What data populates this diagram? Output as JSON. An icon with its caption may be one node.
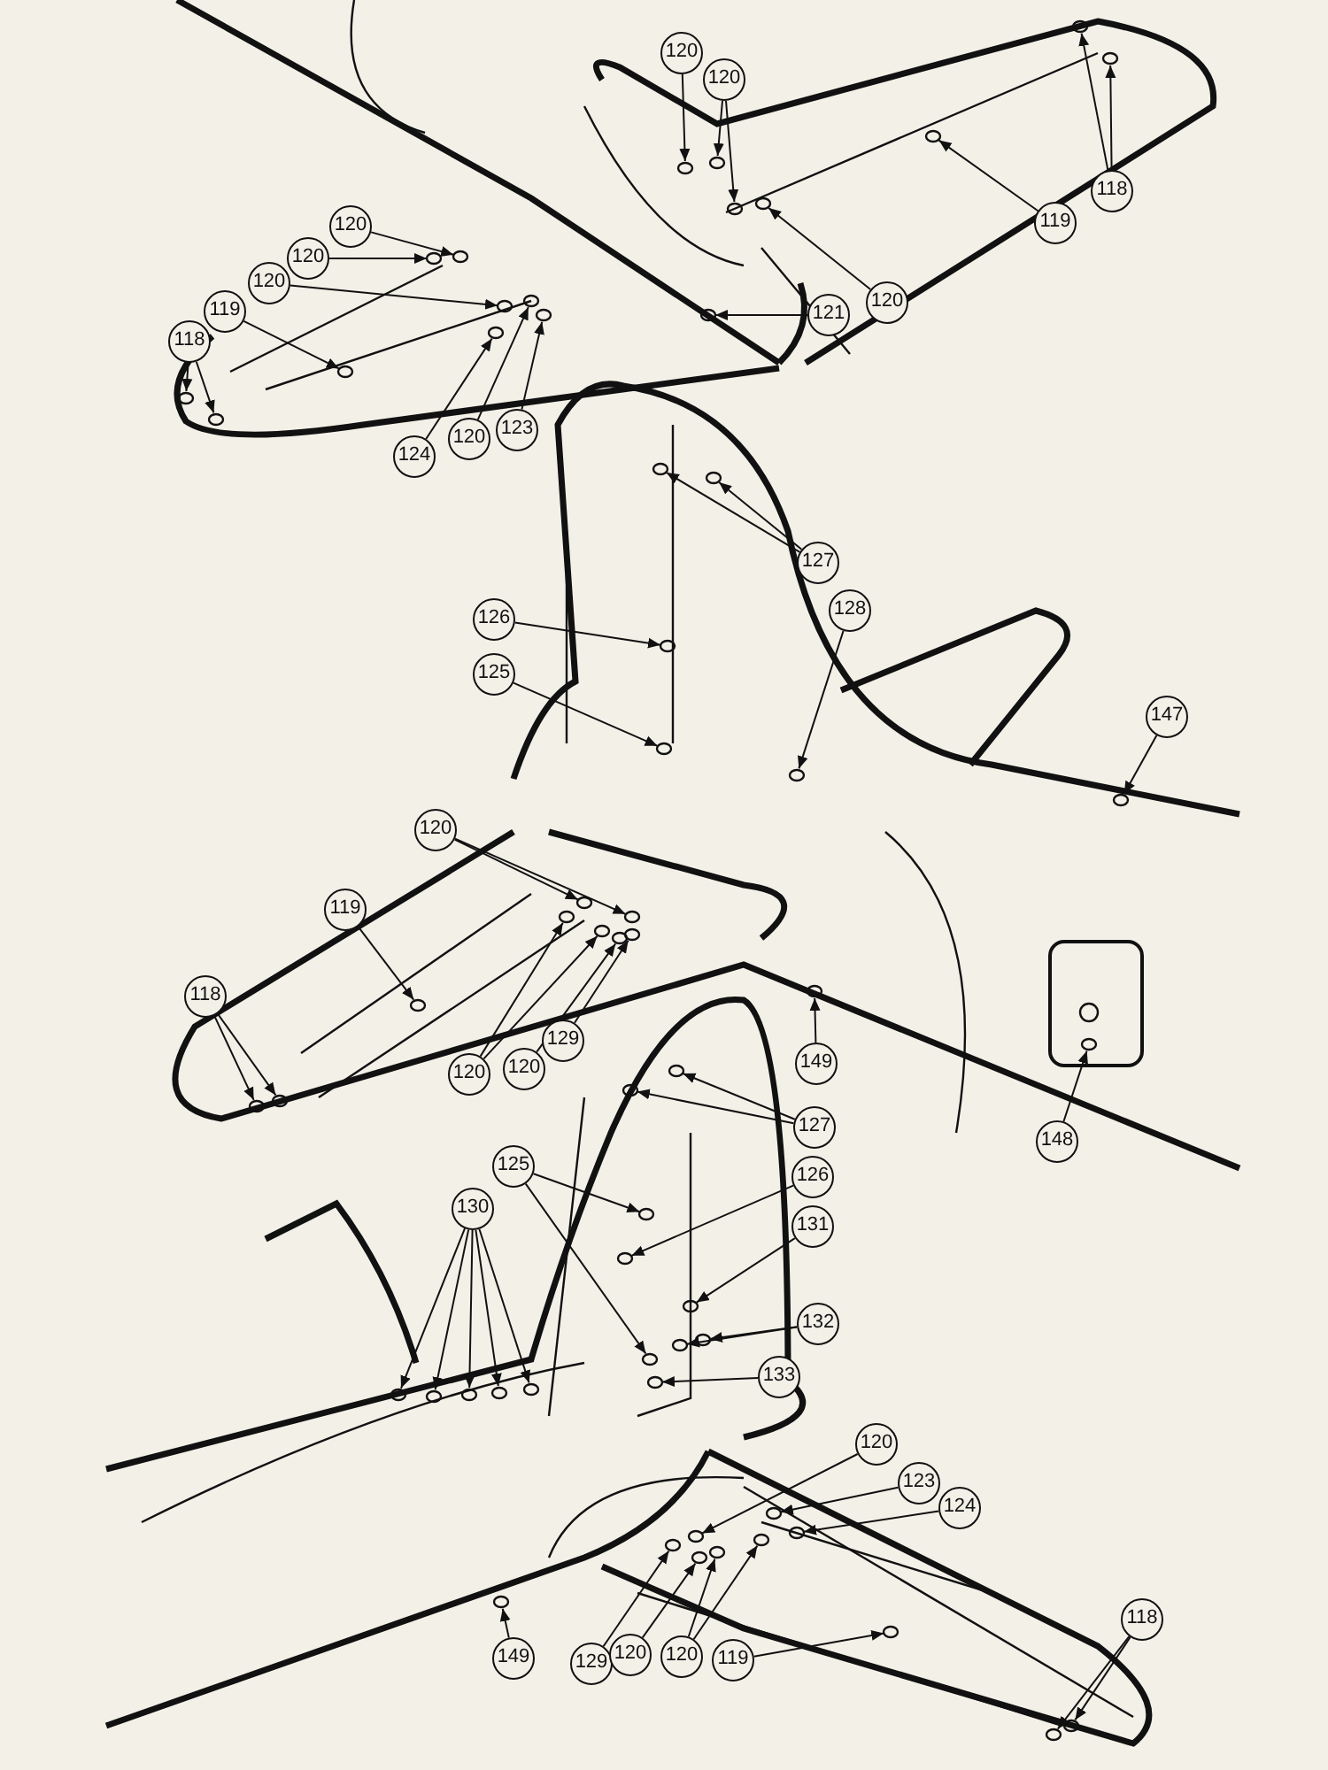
{
  "diagram": {
    "nodes": [
      {
        "text": [
          "120"
        ]
      },
      {
        "text": [
          "120"
        ]
      },
      {
        "text": [
          "118"
        ]
      },
      {
        "text": [
          "119"
        ]
      },
      {
        "text": [
          "120"
        ]
      },
      {
        "text": [
          "121"
        ]
      },
      {
        "text": [
          "120"
        ]
      },
      {
        "text": [
          "120"
        ]
      },
      {
        "text": [
          "120"
        ]
      },
      {
        "text": [
          "119"
        ]
      },
      {
        "text": [
          "118"
        ]
      },
      {
        "text": [
          "124"
        ]
      },
      {
        "text": [
          "120"
        ]
      },
      {
        "text": [
          "123"
        ]
      },
      {
        "text": [
          "127"
        ]
      },
      {
        "text": [
          "126"
        ]
      },
      {
        "text": [
          "128"
        ]
      },
      {
        "text": [
          "125"
        ]
      },
      {
        "text": [
          "147"
        ]
      },
      {
        "text": [
          "120"
        ]
      },
      {
        "text": [
          "119"
        ]
      },
      {
        "text": [
          "118"
        ]
      },
      {
        "text": [
          "120"
        ]
      },
      {
        "text": [
          "120"
        ]
      },
      {
        "text": [
          "129"
        ]
      },
      {
        "text": [
          "149"
        ]
      },
      {
        "text": [
          "148"
        ]
      },
      {
        "text": [
          "127"
        ]
      },
      {
        "text": [
          "125"
        ]
      },
      {
        "text": [
          "126"
        ]
      },
      {
        "text": [
          "131"
        ]
      },
      {
        "text": [
          "130"
        ]
      },
      {
        "text": [
          "132"
        ]
      },
      {
        "text": [
          "133"
        ]
      },
      {
        "text": [
          "120"
        ]
      },
      {
        "text": [
          "123"
        ]
      },
      {
        "text": [
          "124"
        ]
      },
      {
        "text": [
          "129"
        ]
      },
      {
        "text": [
          "120"
        ]
      },
      {
        "text": [
          "120"
        ]
      },
      {
        "text": [
          "119"
        ]
      },
      {
        "text": [
          "149"
        ]
      },
      {
        "text": [
          "118"
        ]
      }
    ],
    "edges": [
      {
        "from": 0,
        "to": null,
        "arrow": "to"
      },
      {
        "from": 1,
        "to": null,
        "arrow": "to"
      },
      {
        "from": 1,
        "to": null,
        "arrow": "to"
      },
      {
        "from": 2,
        "to": null,
        "arrow": "to"
      },
      {
        "from": 2,
        "to": null,
        "arrow": "to"
      },
      {
        "from": 3,
        "to": null,
        "arrow": "to"
      },
      {
        "from": 4,
        "to": null,
        "arrow": "to"
      },
      {
        "from": 5,
        "to": null,
        "arrow": "to"
      },
      {
        "from": 6,
        "to": null,
        "arrow": "to"
      },
      {
        "from": 7,
        "to": null,
        "arrow": "to"
      },
      {
        "from": 8,
        "to": null,
        "arrow": "to"
      },
      {
        "from": 9,
        "to": null,
        "arrow": "to"
      },
      {
        "from": 10,
        "to": null,
        "arrow": "to"
      },
      {
        "from": 10,
        "to": null,
        "arrow": "to"
      },
      {
        "from": 11,
        "to": null,
        "arrow": "to"
      },
      {
        "from": 12,
        "to": null,
        "arrow": "to"
      },
      {
        "from": 13,
        "to": null,
        "arrow": "to"
      },
      {
        "from": 14,
        "to": null,
        "arrow": "to"
      },
      {
        "from": 14,
        "to": null,
        "arrow": "to"
      },
      {
        "from": 15,
        "to": null,
        "arrow": "to"
      },
      {
        "from": 16,
        "to": null,
        "arrow": "to"
      },
      {
        "from": 17,
        "to": null,
        "arrow": "to"
      },
      {
        "from": 18,
        "to": null,
        "arrow": "to"
      },
      {
        "from": 19,
        "to": null,
        "arrow": "to"
      },
      {
        "from": 19,
        "to": null,
        "arrow": "to"
      },
      {
        "from": 20,
        "to": null,
        "arrow": "to"
      },
      {
        "from": 21,
        "to": null,
        "arrow": "to"
      },
      {
        "from": 21,
        "to": null,
        "arrow": "to"
      },
      {
        "from": 22,
        "to": null,
        "arrow": "to"
      },
      {
        "from": 22,
        "to": null,
        "arrow": "to"
      },
      {
        "from": 23,
        "to": null,
        "arrow": "to"
      },
      {
        "from": 24,
        "to": null,
        "arrow": "to"
      },
      {
        "from": 25,
        "to": null,
        "arrow": "to"
      },
      {
        "from": 26,
        "to": null,
        "arrow": "to"
      },
      {
        "from": 27,
        "to": null,
        "arrow": "to"
      },
      {
        "from": 27,
        "to": null,
        "arrow": "to"
      },
      {
        "from": 28,
        "to": null,
        "arrow": "to"
      },
      {
        "from": 28,
        "to": null,
        "arrow": "to"
      },
      {
        "from": 29,
        "to": null,
        "arrow": "to"
      },
      {
        "from": 30,
        "to": null,
        "arrow": "to"
      },
      {
        "from": 31,
        "to": null,
        "arrow": "to"
      },
      {
        "from": 31,
        "to": null,
        "arrow": "to"
      },
      {
        "from": 31,
        "to": null,
        "arrow": "to"
      },
      {
        "from": 31,
        "to": null,
        "arrow": "to"
      },
      {
        "from": 31,
        "to": null,
        "arrow": "to"
      },
      {
        "from": 32,
        "to": null,
        "arrow": "to"
      },
      {
        "from": 32,
        "to": null,
        "arrow": "to"
      },
      {
        "from": 33,
        "to": null,
        "arrow": "to"
      },
      {
        "from": 34,
        "to": null,
        "arrow": "to"
      },
      {
        "from": 35,
        "to": null,
        "arrow": "to"
      },
      {
        "from": 36,
        "to": null,
        "arrow": "to"
      },
      {
        "from": 37,
        "to": null,
        "arrow": "to"
      },
      {
        "from": 38,
        "to": null,
        "arrow": "to"
      },
      {
        "from": 39,
        "to": null,
        "arrow": "to"
      },
      {
        "from": 39,
        "to": null,
        "arrow": "to"
      },
      {
        "from": 40,
        "to": null,
        "arrow": "to"
      },
      {
        "from": 41,
        "to": null,
        "arrow": "to"
      },
      {
        "from": 42,
        "to": null,
        "arrow": "to"
      },
      {
        "from": 42,
        "to": null,
        "arrow": "to"
      }
    ]
  }
}
